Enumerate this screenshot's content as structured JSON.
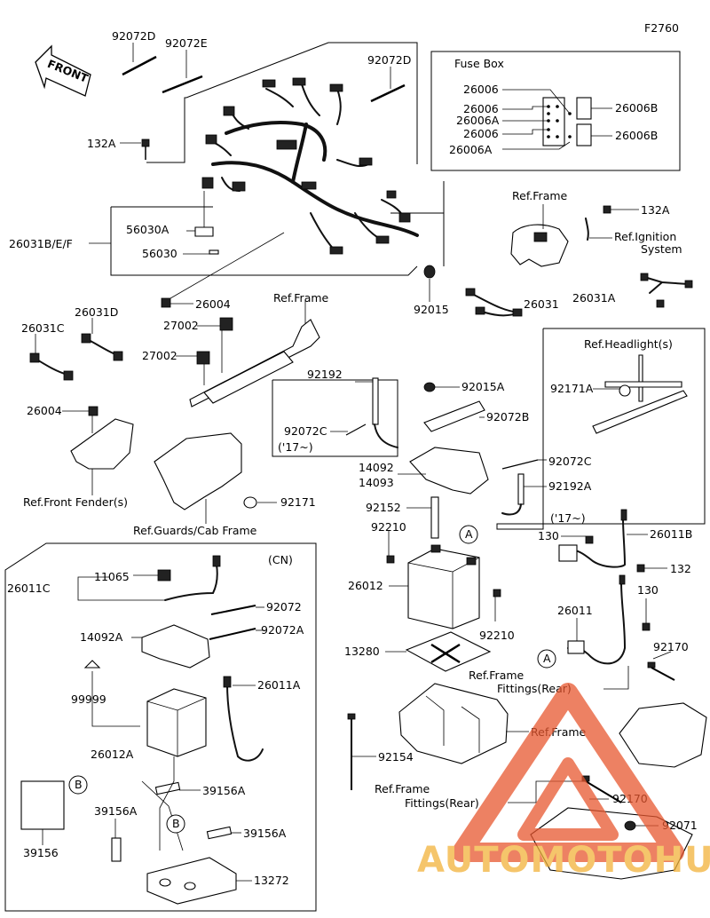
{
  "figure_code": "F2760",
  "front_label": "FRONT",
  "fuse_box": {
    "title": "Fuse Box",
    "left_labels": [
      "26006",
      "26006",
      "26006A",
      "26006",
      "26006A"
    ],
    "right_labels": [
      "26006B",
      "26006B"
    ]
  },
  "parts": {
    "p92072D_a": "92072D",
    "p92072E": "92072E",
    "p92072D_b": "92072D",
    "p132A_a": "132A",
    "p56030A": "56030A",
    "p26031BEF": "26031B/E/F",
    "p56030": "56030",
    "p26004_a": "26004",
    "p92015": "92015",
    "p26031": "26031",
    "p26031A": "26031A",
    "p132A_b": "132A",
    "ref_frame_a": "Ref.Frame",
    "ref_ignition": "Ref.Ignition\nSystem",
    "ref_frame_b": "Ref.Frame",
    "p26031D": "26031D",
    "p26031C": "26031C",
    "p27002_a": "27002",
    "p27002_b": "27002",
    "p26004_b": "26004",
    "ref_front_fender": "Ref.Front Fender(s)",
    "ref_guards": "Ref.Guards/Cab Frame",
    "p92171": "92171",
    "p92192": "92192",
    "p92015A": "92015A",
    "p92072B": "92072B",
    "p92072C_a": "92072C",
    "year17_a": "('17~)",
    "p14092": "14092",
    "p14093": "14093",
    "p92152": "92152",
    "p92210_a": "92210",
    "p26012": "26012",
    "p92210_b": "92210",
    "ref_headlight": "Ref.Headlight(s)",
    "p92171A": "92171A",
    "p92072C_b": "92072C",
    "p92192A": "92192A",
    "year17_b": "('17~)",
    "p130_a": "130",
    "p26011B": "26011B",
    "p132": "132",
    "p130_b": "130",
    "p26011": "26011",
    "p92170_a": "92170",
    "ref_fittings_a": "Fittings(Rear)",
    "p13280": "13280",
    "ref_frame_c": "Ref.Frame",
    "ref_frame_d": "Ref.Frame",
    "p92154": "92154",
    "ref_frame_e": "Ref.Frame",
    "ref_fittings_b": "Fittings(Rear)",
    "p92170_b": "92170",
    "p92071": "92071",
    "marker_a1": "A",
    "marker_a2": "A",
    "cn": {
      "title": "(CN)",
      "p26011C": "26011C",
      "p11065": "11065",
      "p92072": "92072",
      "p92072A": "92072A",
      "p14092A": "14092A",
      "p99999": "99999",
      "p26011A": "26011A",
      "p26012A": "26012A",
      "p39156": "39156",
      "p39156A_a": "39156A",
      "p39156A_b": "39156A",
      "p39156A_c": "39156A",
      "p13272": "13272",
      "marker_b1": "B",
      "marker_b2": "B"
    },
    "watermark": "AUTOMOTOHUB"
  }
}
